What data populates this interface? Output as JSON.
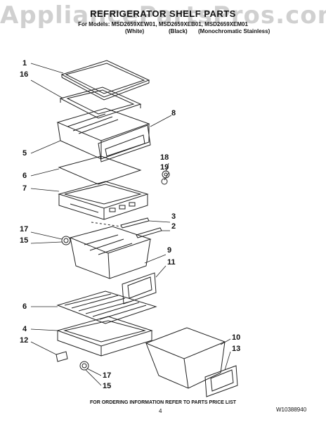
{
  "watermark": "AppliancePartsPros.com",
  "header": {
    "title": "REFRIGERATOR SHELF PARTS",
    "models_line": "For Models: MSD2659XEW01, MSD2659XEB01, MSD2659XEM01",
    "variants": [
      "(White)",
      "(Black)",
      "(Monochromatic Stainless)"
    ]
  },
  "callouts": [
    "1",
    "16",
    "8",
    "5",
    "18",
    "19",
    "6",
    "7",
    "3",
    "2",
    "17",
    "15",
    "9",
    "11",
    "6",
    "4",
    "10",
    "12",
    "13",
    "17",
    "15"
  ],
  "footer": {
    "ordering_note": "FOR ORDERING INFORMATION REFER TO PARTS PRICE LIST",
    "page_number": "4",
    "document_number": "W10388940"
  }
}
